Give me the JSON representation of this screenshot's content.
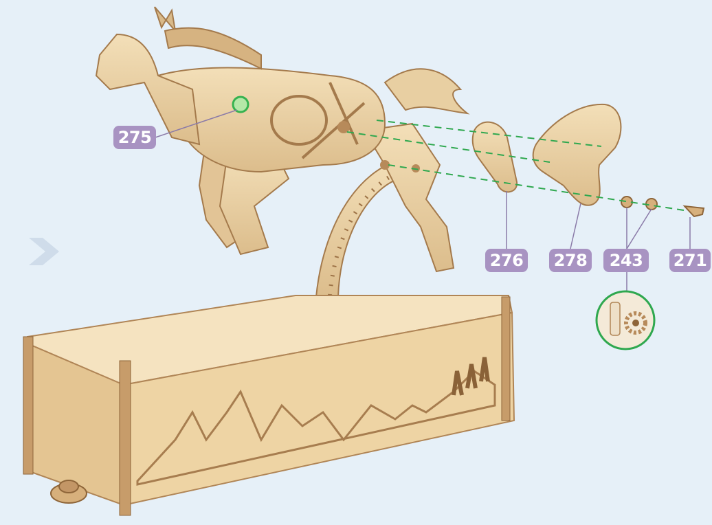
{
  "colors": {
    "background": "#e6f0f8",
    "badge": "#a893c2",
    "guide_line": "#2fa84f",
    "wood_light": "#ecd3a6",
    "wood_dark": "#b78a5a",
    "leader": "#8a7aa8"
  },
  "part_labels": [
    "275",
    "276",
    "278",
    "243",
    "271"
  ],
  "icons": [
    "step-arrow-icon",
    "highlight-circle-icon",
    "detail-zoom-icon"
  ]
}
